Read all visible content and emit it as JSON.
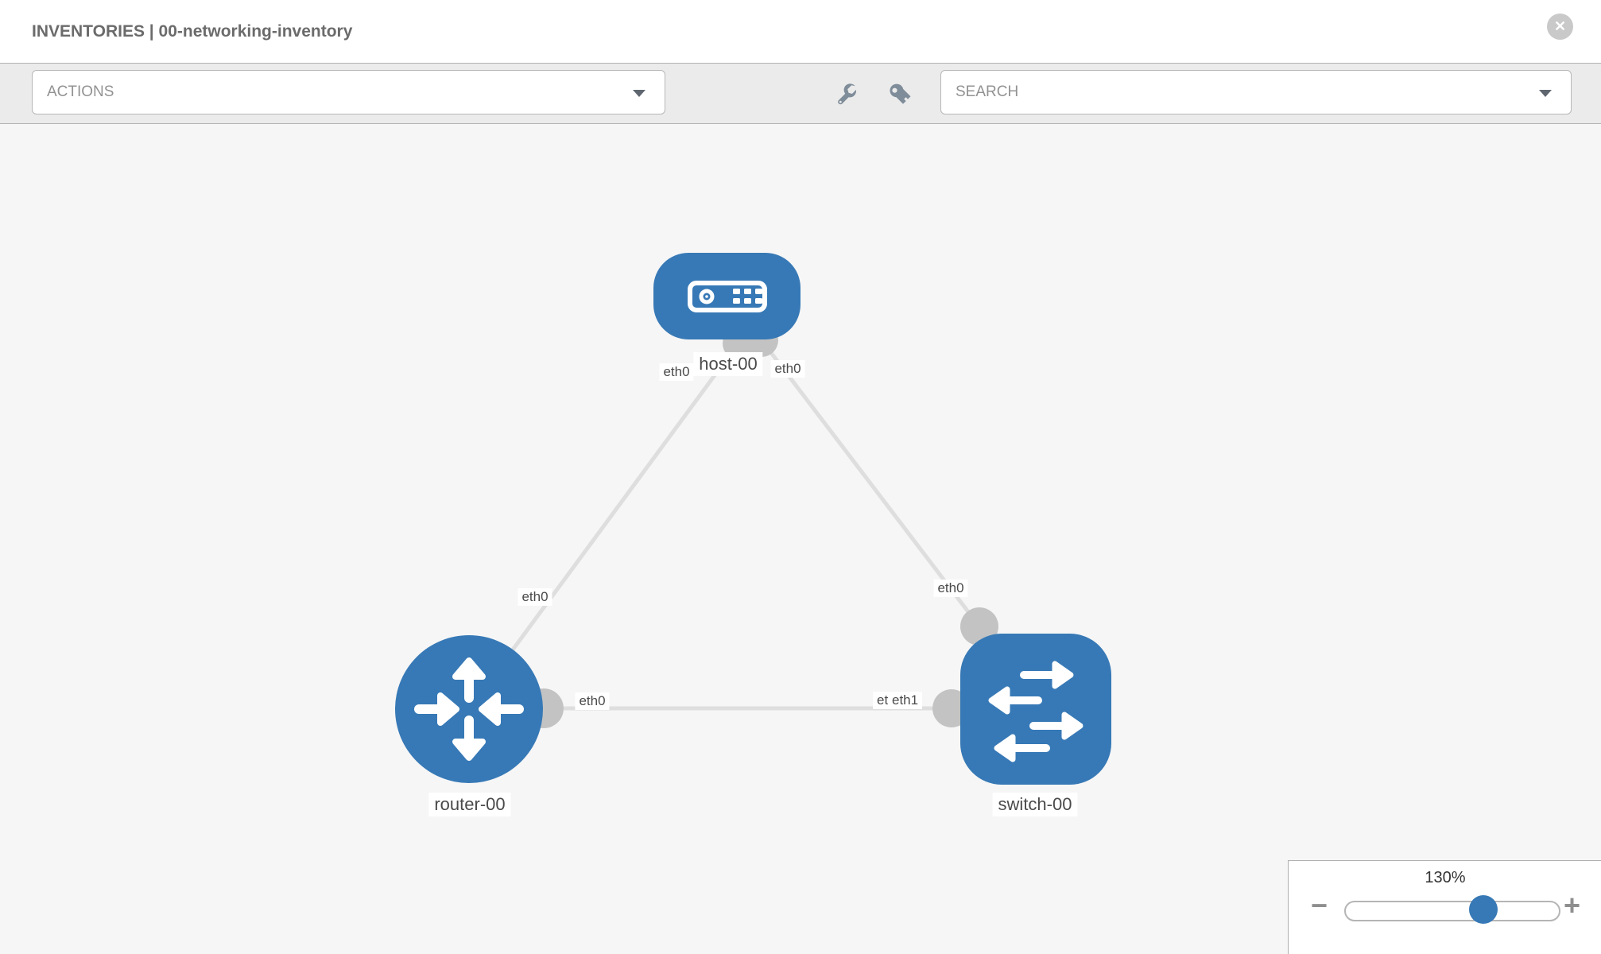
{
  "header": {
    "title": "INVENTORIES | 00-networking-inventory",
    "close_glyph": "✕"
  },
  "toolbar": {
    "actions_label": "ACTIONS",
    "search_label": "SEARCH",
    "icons": [
      "wrench",
      "key"
    ]
  },
  "topology": {
    "nodes": [
      {
        "id": "host-00",
        "type": "host",
        "label": "host-00"
      },
      {
        "id": "router-00",
        "type": "router",
        "label": "router-00"
      },
      {
        "id": "switch-00",
        "type": "switch",
        "label": "switch-00"
      }
    ],
    "interfaces": {
      "host_router_at_host": "eth0",
      "host_router_at_router": "eth0",
      "host_switch_at_host": "eth0",
      "host_switch_at_switch": "eth0",
      "router_switch_at_router": "eth0",
      "router_switch_at_switch_back": "eth0",
      "router_switch_at_switch_front": "eth1"
    },
    "links": [
      {
        "source": "host-00",
        "target": "router-00",
        "source_iface": "eth0",
        "target_iface": "eth0"
      },
      {
        "source": "host-00",
        "target": "switch-00",
        "source_iface": "eth0",
        "target_iface": "eth0"
      },
      {
        "source": "router-00",
        "target": "switch-00",
        "source_iface": "eth0",
        "target_iface": "eth1"
      }
    ]
  },
  "zoom_control": {
    "level": "130%",
    "minus_glyph": "−",
    "plus_glyph": "+"
  },
  "colors": {
    "node_blue": "#3779b6",
    "link_gray": "#dedede",
    "connector_gray": "#c3c3c3",
    "canvas_bg": "#f6f6f6",
    "toolbar_bg": "#ebebeb",
    "title_gray": "#6b6b6b"
  }
}
